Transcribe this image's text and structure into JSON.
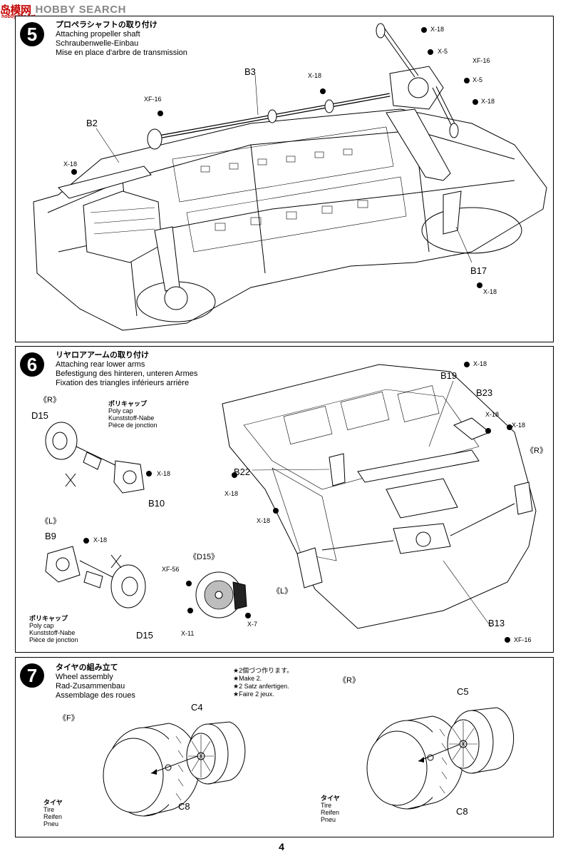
{
  "watermark": {
    "brand": "岛模网",
    "search": "HOBBY SEARCH",
    "url": "hobby.bbs.net"
  },
  "step5": {
    "number": "5",
    "title_jp": "プロペラシャフトの取り付け",
    "title_en": "Attaching propeller shaft",
    "title_de": "Schraubenwelle-Einbau",
    "title_fr": "Mise en place d'arbre de transmission",
    "labels": {
      "b3": "B3",
      "b2": "B2",
      "b17": "B17",
      "x18_a": "X-18",
      "x5_a": "X-5",
      "xf16_a": "XF-16",
      "x5_b": "X-5",
      "x18_b": "X-18",
      "x18_c": "X-18",
      "xf16_b": "XF-16",
      "x18_d": "X-18",
      "x18_e": "X-18"
    }
  },
  "step6": {
    "number": "6",
    "title_jp": "リヤロアアームの取り付け",
    "title_en": "Attaching rear lower arms",
    "title_de": "Befestigung des hinteren, unteren Armes",
    "title_fr": "Fixation des triangles inférieurs arrière",
    "side_r": "《R》",
    "side_l": "《L》",
    "d15_detail": "《D15》",
    "polycap_jp": "ポリキャップ",
    "polycap_en": "Poly cap",
    "polycap_de": "Kunststoff-Nabe",
    "polycap_fr": "Pièce de jonction",
    "labels": {
      "d15_a": "D15",
      "b10": "B10",
      "b9": "B9",
      "d15_b": "D15",
      "x18_a": "X-18",
      "x18_b": "X-18",
      "xf56": "XF-56",
      "x11": "X-11",
      "x7": "X-7",
      "b19": "B19",
      "b23": "B23",
      "b22": "B22",
      "b13": "B13",
      "x18_c": "X-18",
      "x18_d": "X-18",
      "x18_e": "X-18",
      "x18_f": "X-18",
      "x18_g": "X-18",
      "xf16": "XF-16",
      "r_main": "《R》",
      "l_main": "《L》"
    }
  },
  "step7": {
    "number": "7",
    "title_jp": "タイヤの組み立て",
    "title_en": "Wheel assembly",
    "title_de": "Rad-Zusammenbau",
    "title_fr": "Assemblage des roues",
    "note_jp": "★2個づつ作ります。",
    "note_en": "★Make 2.",
    "note_de": "★2 Satz anfertigen.",
    "note_fr": "★Faire 2 jeux.",
    "front": "《F》",
    "rear": "《R》",
    "tire_jp": "タイヤ",
    "tire_en": "Tire",
    "tire_de": "Reifen",
    "tire_fr": "Pneu",
    "labels": {
      "c4": "C4",
      "c8_a": "C8",
      "c5": "C5",
      "c8_b": "C8"
    }
  },
  "page_number": "4"
}
